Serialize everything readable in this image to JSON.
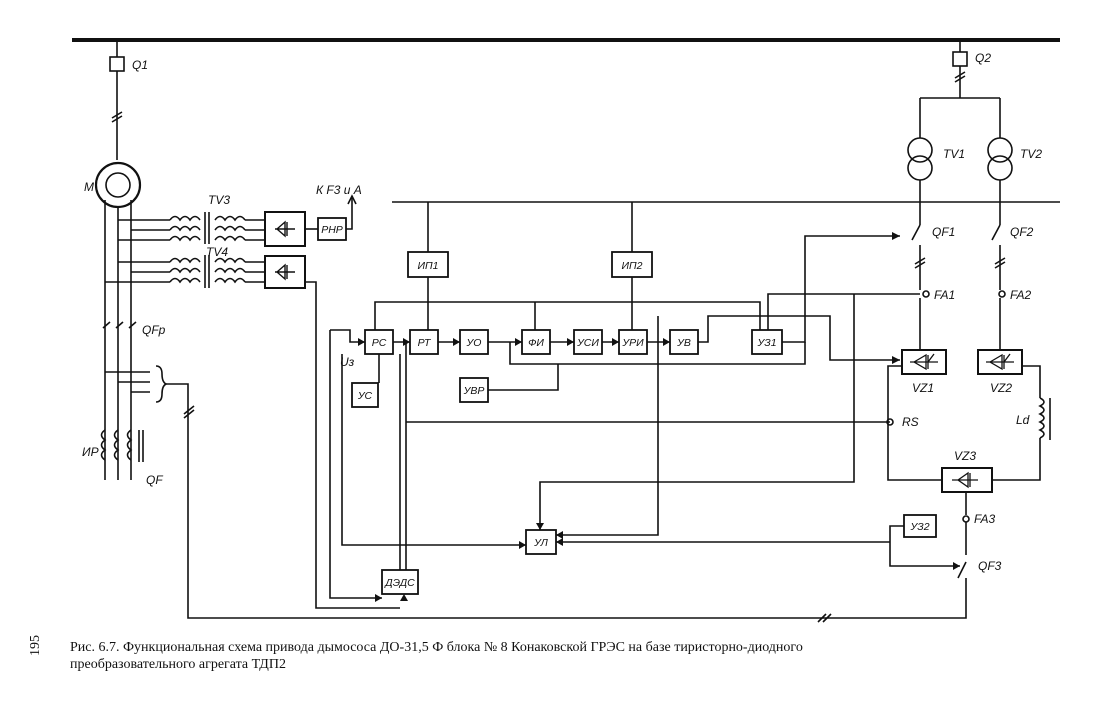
{
  "caption": {
    "line1": "Рис. 6.7. Функциональная схема привода дымососа ДО-31,5 Ф блока № 8 Конаковской ГРЭС на базе тиристорно-диодного",
    "line2": "преобразовательного агрегата ТДП2"
  },
  "page_number": "195",
  "labels": {
    "q1": "Q1",
    "q2": "Q2",
    "m": "M",
    "tv1": "TV1",
    "tv2": "TV2",
    "tv3": "TV3",
    "tv4": "TV4",
    "to_f3": "К F3 и А",
    "qf1": "QF1",
    "qf2": "QF2",
    "qf3": "QF3",
    "qfp": "QFp",
    "fa1": "FA1",
    "fa2": "FA2",
    "fa3": "FA3",
    "vz1": "VZ1",
    "vz2": "VZ2",
    "vz3": "VZ3",
    "rs": "RS",
    "ld": "Ld",
    "ir": "ИР",
    "qf": "QF",
    "uz": "Uз"
  },
  "blocks": {
    "rnr": "РНР",
    "ip1": "ИП1",
    "ip2": "ИП2",
    "rs": "РС",
    "rt": "РТ",
    "uo": "УО",
    "fi": "ФИ",
    "usi": "УСИ",
    "uri": "УРИ",
    "uv": "УВ",
    "uz1": "УЗ1",
    "us": "УС",
    "uvr": "УВР",
    "ul": "УЛ",
    "dzds": "ДЭДС",
    "uz2": "УЗ2"
  }
}
